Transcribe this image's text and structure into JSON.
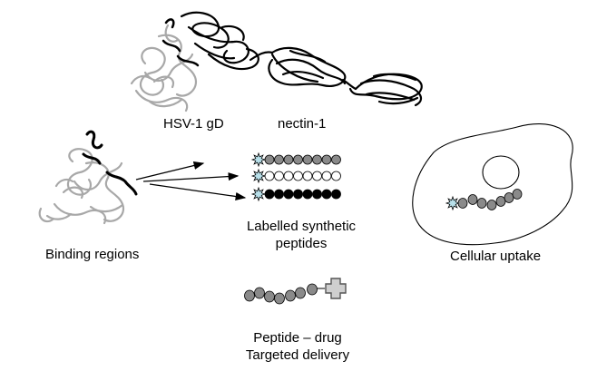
{
  "labels": {
    "hsv": "HSV-1 gD",
    "nectin": "nectin-1",
    "binding": "Binding regions",
    "synthetic_line1": "Labelled synthetic",
    "synthetic_line2": "peptides",
    "uptake": "Cellular uptake",
    "drug_line1": "Peptide – drug",
    "drug_line2": "Targeted delivery"
  },
  "colors": {
    "bead_gray": "#8a8a8a",
    "bead_black": "#000000",
    "bead_white": "#ffffff",
    "label_star": "#b8e0ea",
    "protein_gray": "#a8a8a8",
    "protein_black": "#000000",
    "drug_fill": "#cfcfcf"
  },
  "peptide_rows": [
    {
      "bead": "gray",
      "count": 8
    },
    {
      "bead": "white",
      "count": 8
    },
    {
      "bead": "black",
      "count": 8
    }
  ]
}
